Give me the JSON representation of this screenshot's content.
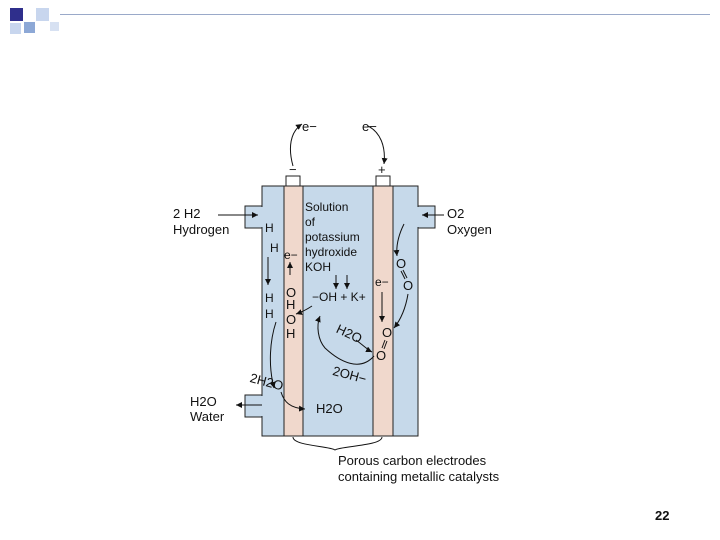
{
  "slide": {
    "page_number": "22"
  },
  "colors": {
    "electrolyte": "#c6d9ea",
    "electrode": "#f0d8cc",
    "outline": "#222222",
    "corner_dark": "#2f2f8c",
    "corner_mid": "#8da8d6",
    "corner_light": "#c8d6ee"
  },
  "diagram": {
    "top_electrons": {
      "left": "e−",
      "right": "e−"
    },
    "terminals": {
      "negative": "−",
      "positive": "+"
    },
    "hydrogen_inlet": {
      "formula": "2 H2",
      "name": "Hydrogen"
    },
    "oxygen_inlet": {
      "formula": "O2",
      "name": "Oxygen"
    },
    "water_outlet": {
      "formula": "H2O",
      "name": "Water"
    },
    "solution_lines": [
      "Solution",
      "of",
      "potassium",
      "hydroxide",
      "KOH"
    ],
    "anode_labels": {
      "h_top": "H",
      "h_mid": "H",
      "h_bot1": "H",
      "h_bot2": "H",
      "e_minus": "e−",
      "o1": "O",
      "h1": "H",
      "o2": "O",
      "h2": "H"
    },
    "ions": "−OH + K+",
    "cathode_labels": {
      "e_minus": "e−",
      "o_top1": "O",
      "o_top2": "O",
      "o_bot1": "O",
      "o_bot2": "O"
    },
    "h2o_middle": "H2O",
    "two_oh": "2OH−",
    "two_h2o": "2H2O",
    "h2o_bottom": "H2O",
    "electrodes_caption": [
      "Porous carbon electrodes",
      "containing metallic catalysts"
    ]
  }
}
